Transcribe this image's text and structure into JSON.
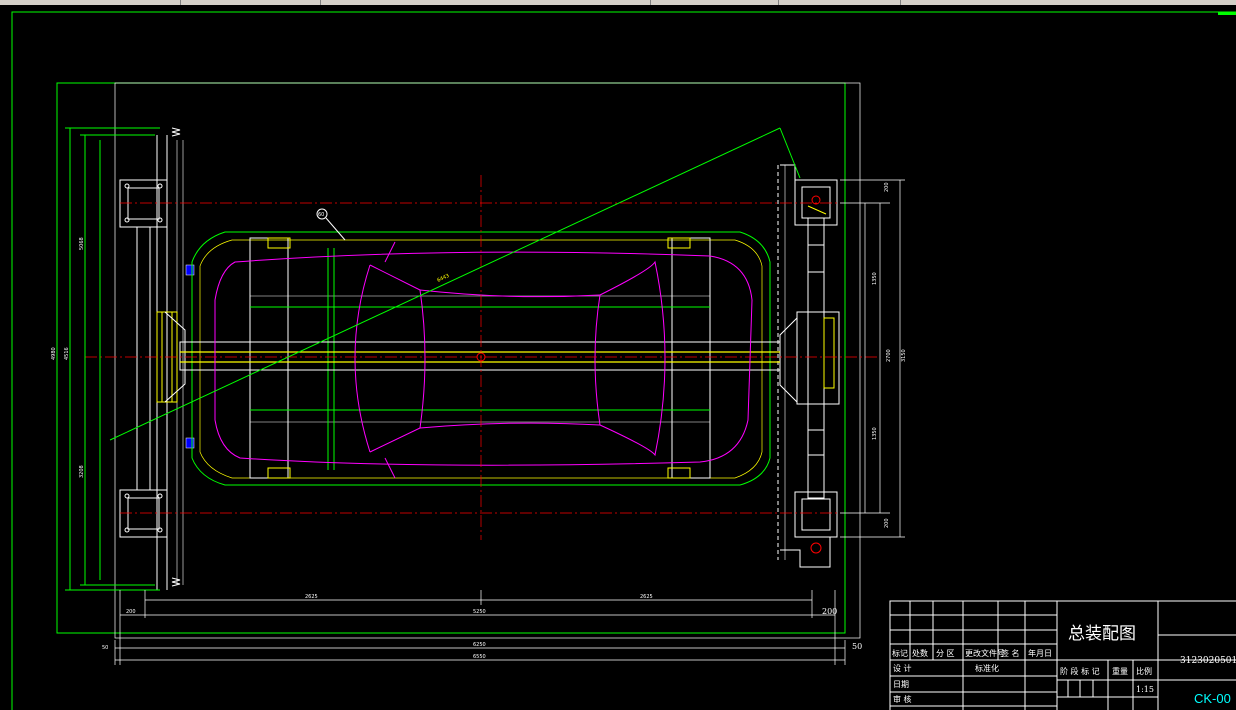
{
  "title_block": {
    "drawing_title": "总装配图",
    "drawing_number": "3123020501",
    "code": "CK-00",
    "header_row": [
      "标记",
      "处数",
      "分 区",
      "更改文件号",
      "签 名",
      "年月日"
    ],
    "row_labels": [
      "设 计",
      "日期",
      "审 核"
    ],
    "std_label": "标准化",
    "stage_row": [
      "阶 段 标 记",
      "重量",
      "比例"
    ],
    "scale": "1:15"
  },
  "dimensions": {
    "d_2625_left": "2625",
    "d_5250": "5250",
    "d_2625_right": "2625",
    "d_200_right": "200",
    "d_200_left": "200",
    "d_6250": "6250",
    "d_6550": "6550",
    "d_50_left": "50",
    "d_50_right": "50",
    "d_5068": "5068",
    "d_3208": "3208",
    "d_4980": "4980",
    "d_4516": "4516",
    "d_1350_top": "1350",
    "d_1350_bot": "1350",
    "d_2700": "2700",
    "d_3150": "3150",
    "d_200_top": "200",
    "d_200_bot": "200",
    "d_6443": "6443",
    "balloon": "60"
  },
  "colors": {
    "frame": "#00ff00",
    "outline": "#ffffff",
    "center": "#ff0000",
    "vehicle": "#ff00ff",
    "hatch": "#ffff00",
    "accent": "#00ffff"
  }
}
